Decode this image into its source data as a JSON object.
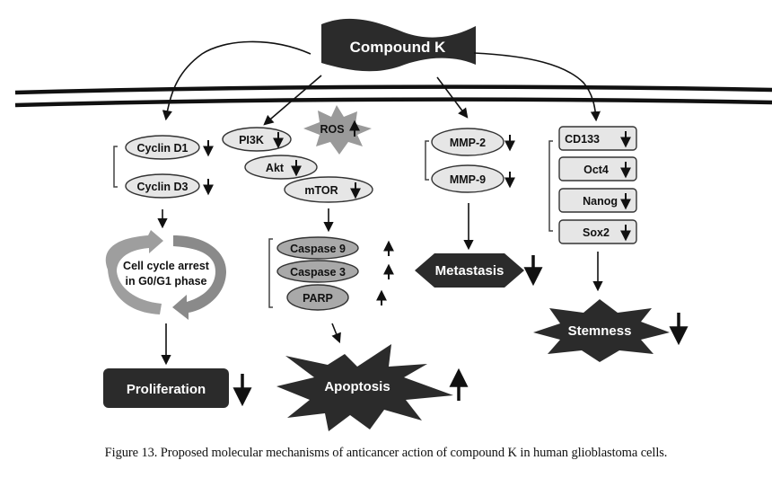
{
  "figure": {
    "caption": "Figure 13. Proposed molecular mechanisms of anticancer action of compound K in human glioblastoma cells.",
    "compound": "Compound K",
    "colors": {
      "dark_fill": "#2b2b2b",
      "light_fill": "#e6e6e6",
      "mid_fill": "#a9a9a9",
      "ros_fill": "#9a9a9a",
      "cycle_arrow": "#9e9e9e",
      "line": "#111111"
    }
  },
  "pathways": {
    "cell_cycle": {
      "targets": [
        {
          "label": "Cyclin D1",
          "change": "down"
        },
        {
          "label": "Cyclin D3",
          "change": "down"
        }
      ],
      "process_line1": "Cell cycle arrest",
      "process_line2": "in G0/G1 phase",
      "outcome": {
        "label": "Proliferation",
        "change": "down"
      }
    },
    "apoptosis": {
      "signaling": [
        {
          "label": "PI3K",
          "change": "down"
        },
        {
          "label": "Akt",
          "change": "down"
        },
        {
          "label": "mTOR",
          "change": "down"
        }
      ],
      "ros": {
        "label": "ROS",
        "change": "up"
      },
      "effectors": [
        {
          "label": "Caspase 9",
          "change": "up"
        },
        {
          "label": "Caspase 3",
          "change": "up"
        },
        {
          "label": "PARP",
          "change": "up"
        }
      ],
      "outcome": {
        "label": "Apoptosis",
        "change": "up"
      }
    },
    "metastasis": {
      "targets": [
        {
          "label": "MMP-2",
          "change": "down"
        },
        {
          "label": "MMP-9",
          "change": "down"
        }
      ],
      "outcome": {
        "label": "Metastasis",
        "change": "down"
      }
    },
    "stemness": {
      "targets": [
        {
          "label": "CD133",
          "change": "down"
        },
        {
          "label": "Oct4",
          "change": "down"
        },
        {
          "label": "Nanog",
          "change": "down"
        },
        {
          "label": "Sox2",
          "change": "down"
        }
      ],
      "outcome": {
        "label": "Stemness",
        "change": "down"
      }
    }
  }
}
